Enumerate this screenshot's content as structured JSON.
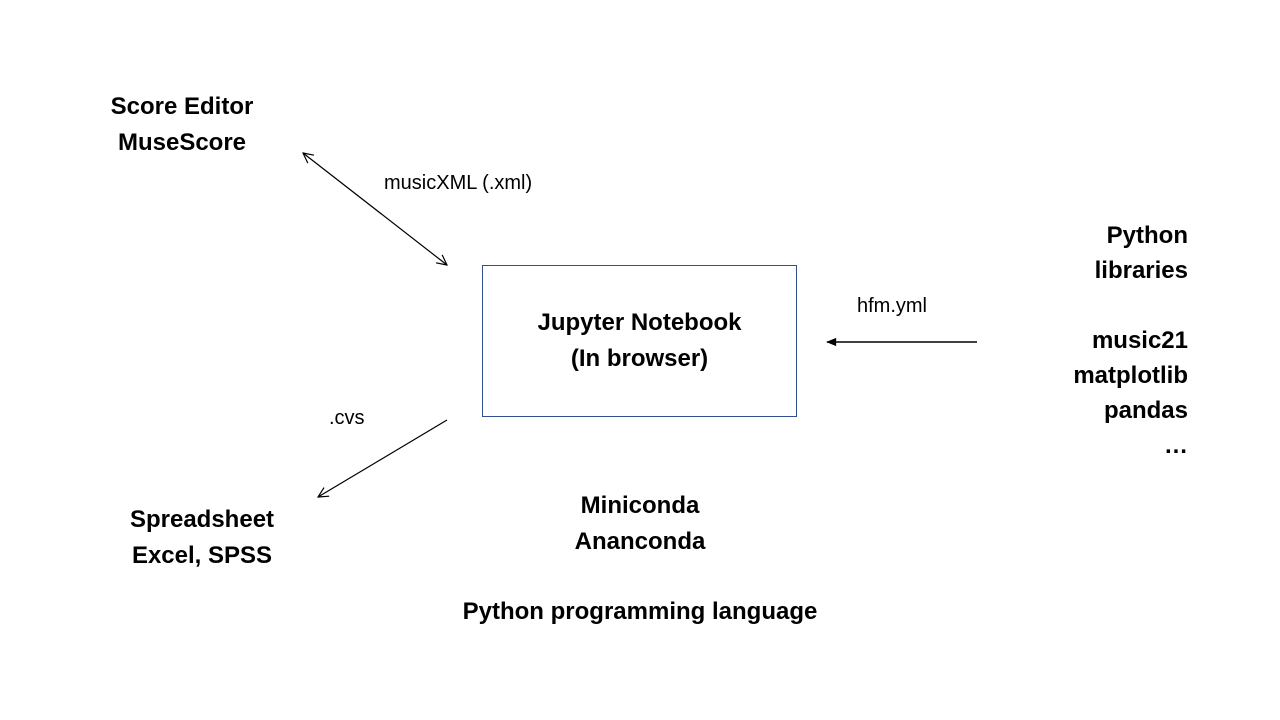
{
  "nodes": {
    "score_editor": {
      "line1": "Score Editor",
      "line2": "MuseScore"
    },
    "jupyter": {
      "line1": "Jupyter Notebook",
      "line2": "(In browser)"
    },
    "spreadsheet": {
      "line1": "Spreadsheet",
      "line2": "Excel, SPSS"
    },
    "conda": {
      "line1": "Miniconda",
      "line2": "Ananconda"
    },
    "python_language": "Python programming language",
    "python_libraries": {
      "title1": "Python",
      "title2": "libraries",
      "items": [
        "music21",
        "matplotlib",
        "pandas",
        "…"
      ]
    }
  },
  "edges": {
    "musicxml_label": "musicXML (.xml)",
    "csv_label": ".cvs",
    "yml_label": "hfm.yml"
  }
}
